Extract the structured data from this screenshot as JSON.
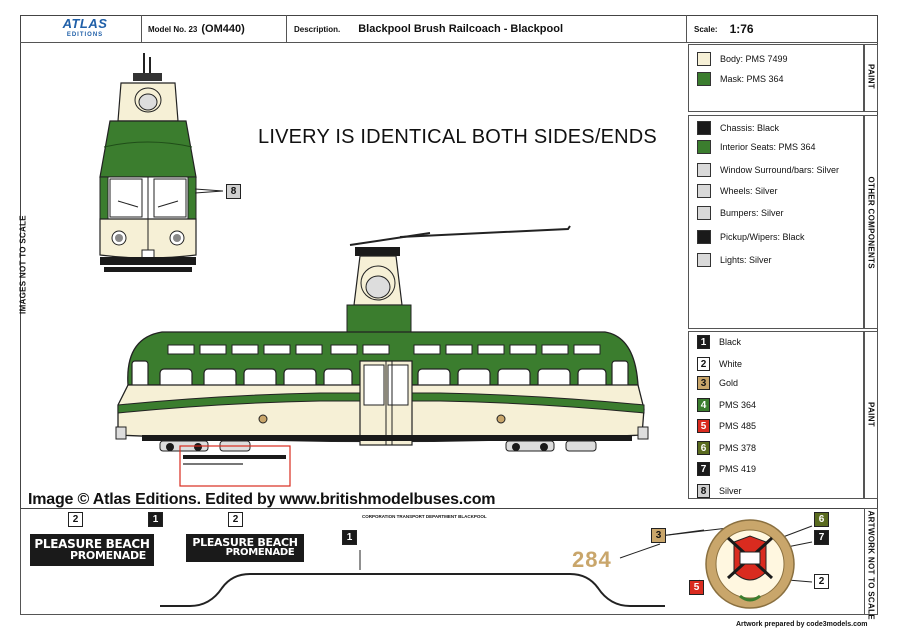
{
  "header": {
    "logo_top": "ATLAS",
    "logo_bottom": "EDITIONS",
    "model_label": "Model No. 23",
    "model_value": "(OM440)",
    "description_label": "Description.",
    "description_value": "Blackpool Brush Railcoach - Blackpool",
    "scale_label": "Scale:",
    "scale_value": "1:76"
  },
  "livery_note": "LIVERY IS IDENTICAL BOTH SIDES/ENDS",
  "side_labels": {
    "left": "IMAGES NOT TO SCALE",
    "paint": "PAINT",
    "other_components": "OTHER COMPONENTS",
    "paint2": "PAINT",
    "artwork": "ARTWORK NOT TO SCALE"
  },
  "paint_swatches": [
    {
      "label": "Body: PMS 7499",
      "color": "#f6f0d6"
    },
    {
      "label": "Mask: PMS 364",
      "color": "#3b7d2e"
    }
  ],
  "components": [
    {
      "label": "Chassis: Black",
      "color": "#1a1a1a"
    },
    {
      "label": "Interior Seats: PMS 364",
      "color": "#3b7d2e"
    },
    {
      "label": "Window Surround/bars: Silver",
      "color": "#d9d9d9"
    },
    {
      "label": "Wheels: Silver",
      "color": "#d9d9d9"
    },
    {
      "label": "Bumpers: Silver",
      "color": "#d9d9d9"
    },
    {
      "label": "Pickup/Wipers: Black",
      "color": "#1a1a1a"
    },
    {
      "label": "Lights: Silver",
      "color": "#d9d9d9"
    }
  ],
  "paint_key": [
    {
      "num": "1",
      "label": "Black",
      "bg": "#1a1a1a",
      "fg": "#ffffff"
    },
    {
      "num": "2",
      "label": "White",
      "bg": "#ffffff",
      "fg": "#111111"
    },
    {
      "num": "3",
      "label": "Gold",
      "bg": "#c9a66b",
      "fg": "#111111"
    },
    {
      "num": "4",
      "label": "PMS 364",
      "bg": "#3b7d2e",
      "fg": "#ffffff"
    },
    {
      "num": "5",
      "label": "PMS 485",
      "bg": "#d92b1f",
      "fg": "#ffffff"
    },
    {
      "num": "6",
      "label": "PMS 378",
      "bg": "#5a6b1f",
      "fg": "#ffffff"
    },
    {
      "num": "7",
      "label": "PMS 419",
      "bg": "#1a1a1a",
      "fg": "#ffffff"
    },
    {
      "num": "8",
      "label": "Silver",
      "bg": "#d0d0d0",
      "fg": "#111111"
    }
  ],
  "credit": "Image © Atlas Editions. Edited by www.britishmodelbuses.com",
  "artwork": {
    "sign1_top": "PLEASURE BEACH",
    "sign1_bottom": "PROMENADE",
    "sign2_top": "PLEASURE BEACH",
    "sign2_bottom": "PROMENADE",
    "fleet_number": "284",
    "small_text": "CORPORATION TRANSPORT DEPARTMENT BLACKPOOL",
    "tag_2a": "2",
    "tag_1a": "1",
    "tag_2b": "2",
    "tag_1b": "1",
    "tag_3": "3",
    "tag_5": "5",
    "tag_6": "6",
    "tag_7": "7",
    "tag_2c": "2",
    "tag_8": "8"
  },
  "footer": "Artwork prepared by code3models.com",
  "colors": {
    "cream": "#f6f0d6",
    "green": "#3b7d2e",
    "gold": "#c9a66b",
    "logo_blue": "#1f5fa8"
  }
}
